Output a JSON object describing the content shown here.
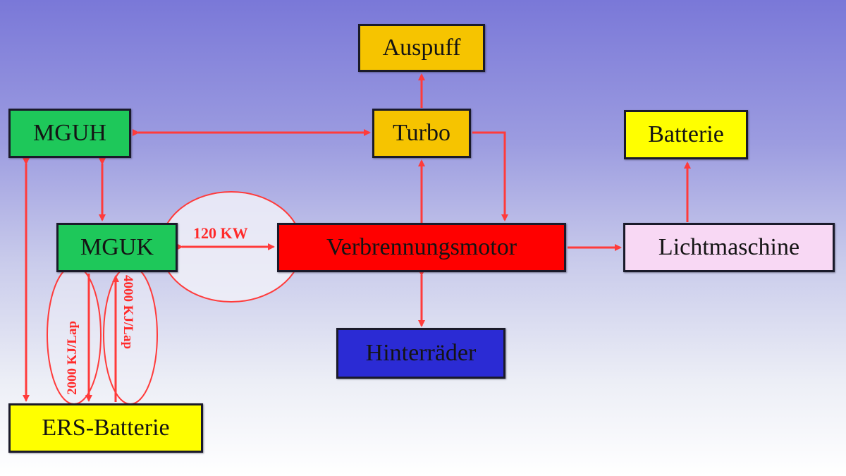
{
  "diagram": {
    "nodes": {
      "auspuff": {
        "label": "Auspuff",
        "color": "#f6c400"
      },
      "turbo": {
        "label": "Turbo",
        "color": "#f6c400"
      },
      "mguh": {
        "label": "MGUH",
        "color": "#1ec85a"
      },
      "batterie": {
        "label": "Batterie",
        "color": "#ffff00"
      },
      "mguk": {
        "label": "MGUK",
        "color": "#1ec85a"
      },
      "verbrennungsmotor": {
        "label": "Verbrennungsmotor",
        "color": "#ff0000"
      },
      "lichtmaschine": {
        "label": "Lichtmaschine",
        "color": "#f8d8f4"
      },
      "hinterraeder": {
        "label": "Hinterräder",
        "color": "#2b2bd4"
      },
      "ers_batterie": {
        "label": "ERS-Batterie",
        "color": "#ffff00"
      }
    },
    "edge_labels": {
      "mguk_motor": "120 KW",
      "mguk_to_ers": "2000 KJ/Lap",
      "ers_to_mguk": "4000 KJ/Lap"
    },
    "edges": [
      {
        "from": "turbo",
        "to": "auspuff",
        "type": "one-way"
      },
      {
        "from": "mguh",
        "to": "turbo",
        "type": "two-way"
      },
      {
        "from": "turbo",
        "to": "verbrennungsmotor",
        "type": "one-way"
      },
      {
        "from": "verbrennungsmotor",
        "to": "turbo",
        "type": "one-way"
      },
      {
        "from": "mguh",
        "to": "mguk",
        "type": "two-way"
      },
      {
        "from": "mguh",
        "to": "ers_batterie",
        "type": "two-way"
      },
      {
        "from": "mguk",
        "to": "verbrennungsmotor",
        "type": "two-way",
        "label": "120 KW"
      },
      {
        "from": "mguk",
        "to": "ers_batterie",
        "type": "one-way",
        "label": "2000 KJ/Lap"
      },
      {
        "from": "ers_batterie",
        "to": "mguk",
        "type": "one-way",
        "label": "4000 KJ/Lap"
      },
      {
        "from": "verbrennungsmotor",
        "to": "lichtmaschine",
        "type": "one-way"
      },
      {
        "from": "lichtmaschine",
        "to": "batterie",
        "type": "one-way"
      },
      {
        "from": "verbrennungsmotor",
        "to": "hinterraeder",
        "type": "two-way"
      }
    ],
    "wire_color": "#ff3b3b"
  }
}
